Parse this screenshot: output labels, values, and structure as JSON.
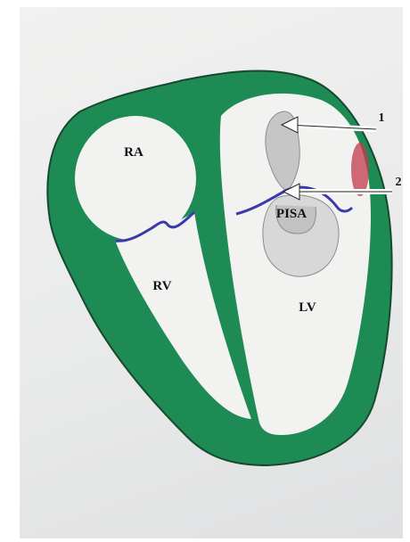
{
  "labels": {
    "ra": "RA",
    "rv": "RV",
    "lv": "LV",
    "pisa": "PISA",
    "marker1": "1",
    "marker2": "2"
  },
  "colors": {
    "myocardium": "#1e8b55",
    "myocardium_edge": "#164a2e",
    "chamber": "#f2f2f1",
    "valve_leaflet": "#3a3aa8",
    "jet": "#c9c9c9",
    "pisa_dome": "#d8d8d8",
    "red_spot": "#c0394a"
  }
}
